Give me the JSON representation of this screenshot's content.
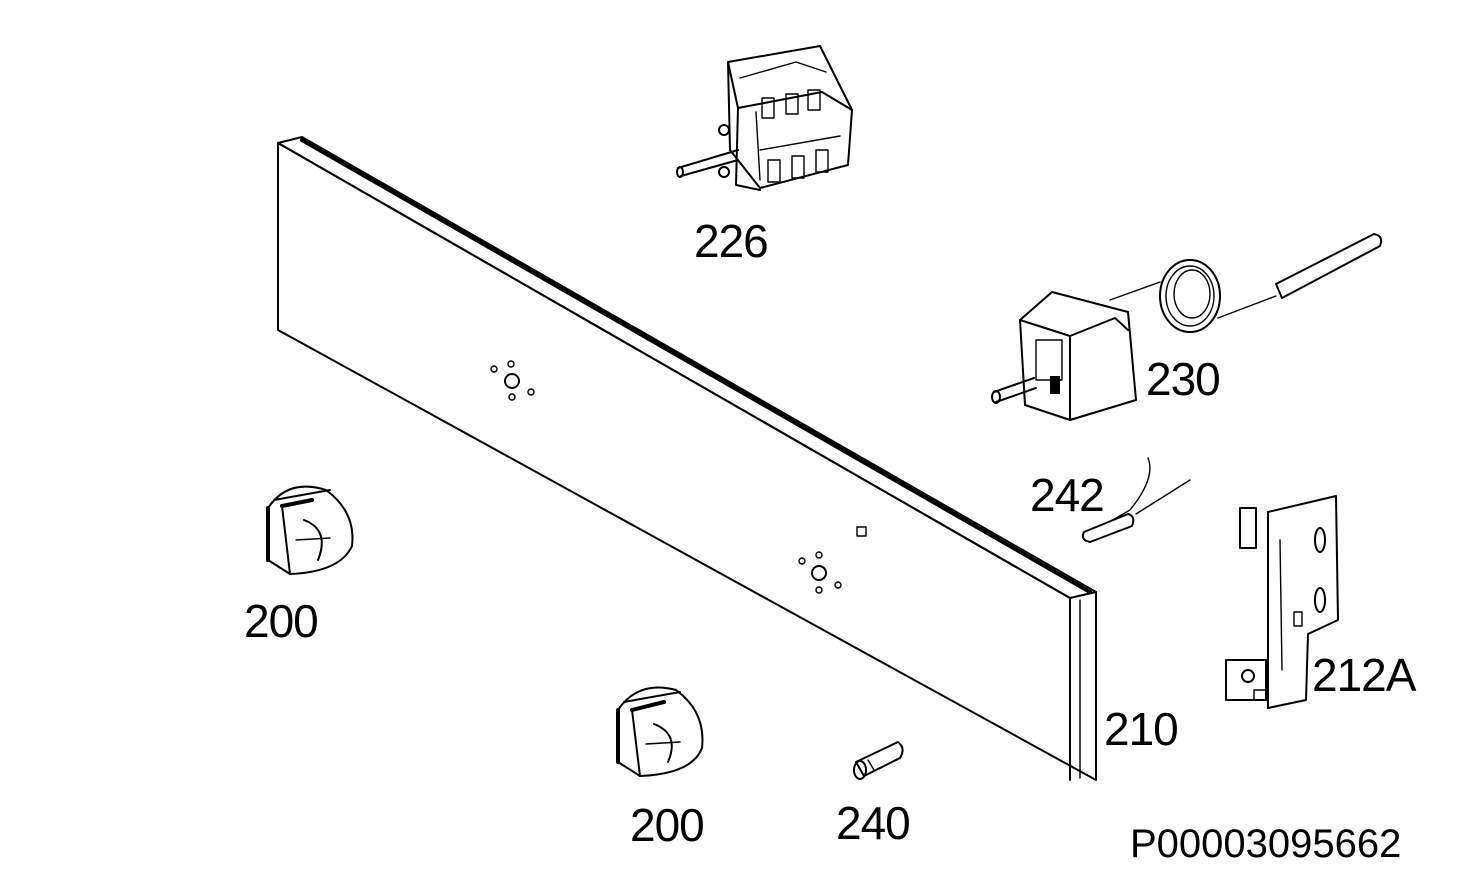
{
  "diagram": {
    "labels": {
      "switch": "226",
      "thermostat": "230",
      "sensor": "242",
      "bracket": "212A",
      "panel": "210",
      "knob_left": "200",
      "knob_bottom": "200",
      "indicator_lamp": "240"
    },
    "document_id": "P00003095662"
  }
}
